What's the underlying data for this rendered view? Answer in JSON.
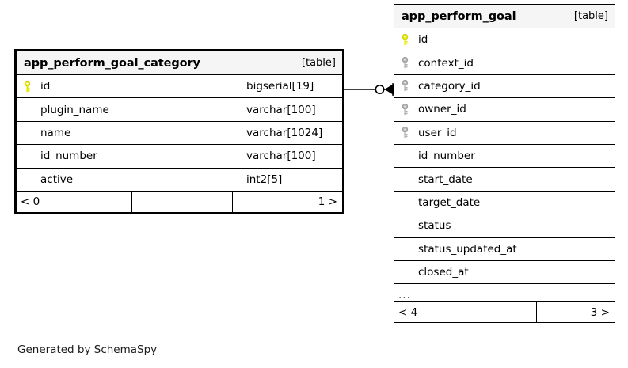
{
  "diagram": {
    "tool": "SchemaSpy",
    "caption": "Generated by SchemaSpy",
    "background_color": "#ffffff",
    "border_color": "#000000",
    "header_fill": "#f5f5f5",
    "primary_key_color": "#e8e800",
    "foreign_key_color": "#b0b0b0"
  },
  "tables": [
    {
      "name": "app_perform_goal_category",
      "kind": "[table]",
      "columns": [
        {
          "key": "primary",
          "name": "id",
          "type": "bigserial[19]"
        },
        {
          "key": "none",
          "name": "plugin_name",
          "type": "varchar[100]"
        },
        {
          "key": "none",
          "name": "name",
          "type": "varchar[1024]"
        },
        {
          "key": "none",
          "name": "id_number",
          "type": "varchar[100]"
        },
        {
          "key": "none",
          "name": "active",
          "type": "int2[5]"
        }
      ],
      "footer": {
        "left": "< 0",
        "middle": "",
        "right": "1 >"
      }
    },
    {
      "name": "app_perform_goal",
      "kind": "[table]",
      "columns": [
        {
          "key": "primary",
          "name": "id",
          "type": ""
        },
        {
          "key": "foreign",
          "name": "context_id",
          "type": ""
        },
        {
          "key": "foreign",
          "name": "category_id",
          "type": ""
        },
        {
          "key": "foreign",
          "name": "owner_id",
          "type": ""
        },
        {
          "key": "foreign",
          "name": "user_id",
          "type": ""
        },
        {
          "key": "none",
          "name": "id_number",
          "type": ""
        },
        {
          "key": "none",
          "name": "start_date",
          "type": ""
        },
        {
          "key": "none",
          "name": "target_date",
          "type": ""
        },
        {
          "key": "none",
          "name": "status",
          "type": ""
        },
        {
          "key": "none",
          "name": "status_updated_at",
          "type": ""
        },
        {
          "key": "none",
          "name": "closed_at",
          "type": ""
        }
      ],
      "more_indicator": "...",
      "footer": {
        "left": "< 4",
        "middle": "",
        "right": "3 >"
      }
    }
  ],
  "relationship": {
    "from_table": "app_perform_goal_category",
    "from_column": "id",
    "to_table": "app_perform_goal",
    "to_column": "category_id",
    "notation": "crows-foot",
    "source_cardinality": "one",
    "target_cardinality": "zero-or-many"
  }
}
